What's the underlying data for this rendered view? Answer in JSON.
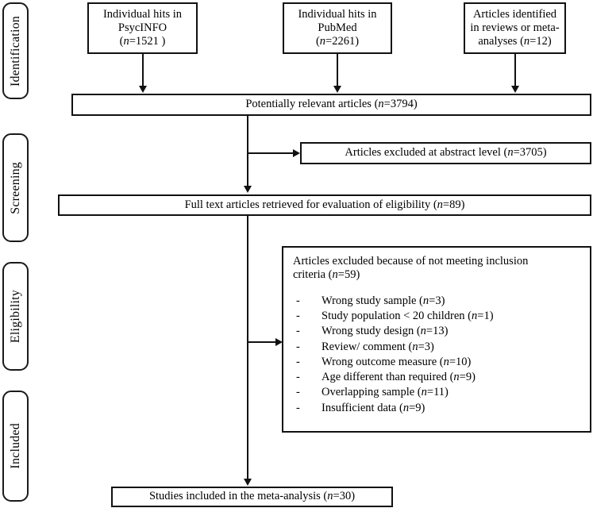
{
  "diagram": {
    "title": "PRISMA study selection flow diagram",
    "type": "flowchart",
    "stages": [
      {
        "id": "identification",
        "label": "Identification"
      },
      {
        "id": "screening",
        "label": "Screening"
      },
      {
        "id": "eligibility",
        "label": "Eligibility"
      },
      {
        "id": "included",
        "label": "Included"
      }
    ],
    "nodes": {
      "psycinfo": {
        "line1": "Individual hits in",
        "line2": "PsycINFO",
        "line3": "(n=1521 )"
      },
      "pubmed": {
        "line1": "Individual hits in",
        "line2": "PubMed",
        "line3": "(n=2261)"
      },
      "reviews": {
        "line1": "Articles identified",
        "line2": "in reviews or meta-",
        "line3": "analyses (n=12)"
      },
      "potentially_relevant": {
        "text": "Potentially relevant articles (n=3794)"
      },
      "excluded_abstract": {
        "text": "Articles excluded at abstract level (n=3705)"
      },
      "full_text": {
        "text": "Full text articles retrieved for evaluation of eligibility (n=89)"
      },
      "excluded_criteria": {
        "heading_line1": "Articles excluded because of not meeting inclusion",
        "heading_line2": "criteria (n=59)",
        "items": [
          "Wrong study sample (n=3)",
          "Study population < 20 children (n=1)",
          "Wrong study design (n=13)",
          "Review/ comment (n=3)",
          "Wrong outcome measure (n=10)",
          "Age different than required (n=9)",
          "Overlapping sample (n=11)",
          "Insufficient data (n=9)"
        ]
      },
      "included_final": {
        "text": "Studies included in the meta-analysis (n=30)"
      }
    },
    "counts": {
      "psycinfo": 1521,
      "pubmed": 2261,
      "reviews_meta_analyses": 12,
      "potentially_relevant": 3794,
      "excluded_at_abstract": 3705,
      "full_text_retrieved": 89,
      "excluded_criteria_total": 59,
      "wrong_study_sample": 3,
      "study_population_lt_20_children": 1,
      "wrong_study_design": 13,
      "review_comment": 3,
      "wrong_outcome_measure": 10,
      "age_different_than_required": 9,
      "overlapping_sample": 11,
      "insufficient_data": 9,
      "included_final": 30
    },
    "colors": {
      "line": "#111111",
      "background": "#ffffff",
      "text": "#000000"
    }
  }
}
